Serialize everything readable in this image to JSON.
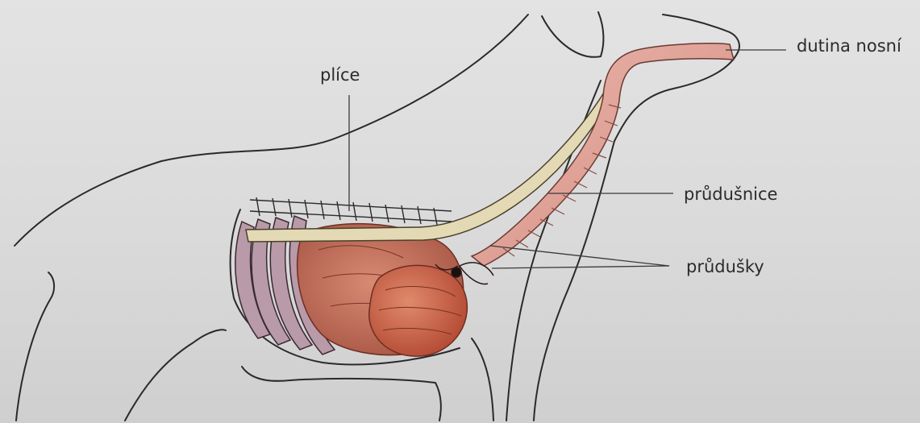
{
  "labels": {
    "lungs": "plíce",
    "nasal_cavity": "dutina nosní",
    "trachea": "průdušnice",
    "bronchi": "průdušky"
  },
  "colors": {
    "background": "#dcdcdc",
    "outline": "#2a2a2a",
    "trachea_fill": "#e2a8a0",
    "lung_fill": "#c46f5e",
    "heart_fill": "#c85a42",
    "ribs_fill": "#b89aa8",
    "esophagus_fill": "#e3dab5"
  }
}
